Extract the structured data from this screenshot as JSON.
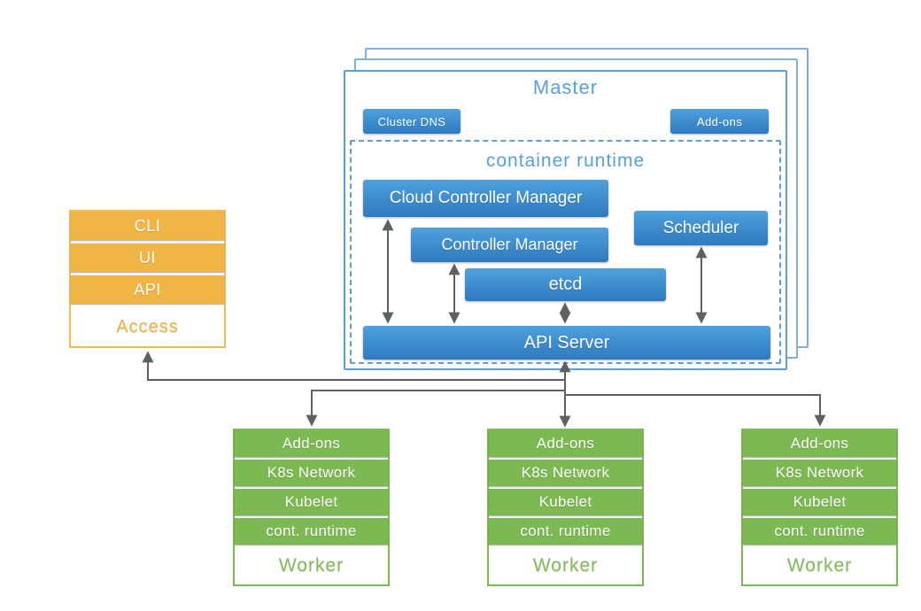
{
  "master": {
    "title": "Master",
    "cluster_dns": "Cluster DNS",
    "addons": "Add-ons",
    "container_runtime_title": "container runtime",
    "components": {
      "cloud_controller_manager": "Cloud Controller Manager",
      "controller_manager": "Controller Manager",
      "etcd": "etcd",
      "scheduler": "Scheduler",
      "api_server": "API Server"
    }
  },
  "access": {
    "rows": [
      "CLI",
      "UI",
      "API"
    ],
    "label": "Access"
  },
  "workers": {
    "rows": [
      "Add-ons",
      "K8s Network",
      "Kubelet",
      "cont. runtime"
    ],
    "label": "Worker"
  },
  "colors": {
    "blue_box_top": "#4fa1dd",
    "blue_box_bottom": "#2e7abf",
    "blue_title_text": "#58a0d8",
    "master_border": "#5c9fd8",
    "orange": "#f0b545",
    "green": "#7cb952",
    "worker_label_text": "#85bd58",
    "arrow": "#5f6062"
  }
}
